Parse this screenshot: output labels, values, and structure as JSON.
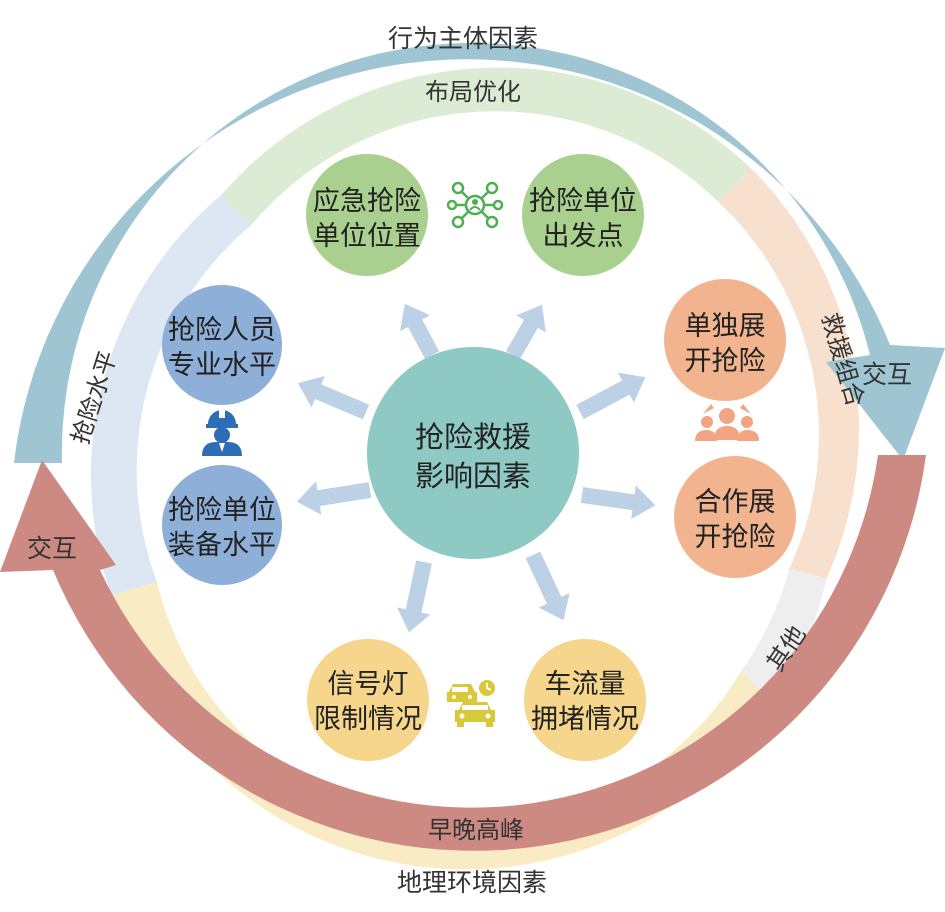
{
  "colors": {
    "outer_top_arc": "#9fc5d2",
    "outer_bottom_arc": "#cd8a83",
    "band_top": "#dcebd3",
    "band_left": "#dde7f3",
    "band_right": "#f8e0cf",
    "band_bottom": "#f9ecc5",
    "band_other": "#eeeeee",
    "center": "#8ec9c3",
    "green_nodes": "#a9d08e",
    "blue_nodes": "#8eafd7",
    "orange_nodes": "#f1b48e",
    "yellow_nodes": "#f5d68c",
    "arrows": "#bcd0e6"
  },
  "outer_ring": {
    "top_label": "行为主体因素",
    "bottom_label": "地理环境因素",
    "right_interact": "交互",
    "left_interact": "交互"
  },
  "inner_band": {
    "top": "布局优化",
    "left": "抢险水平",
    "right": "救援组合",
    "bottom": "早晚高峰",
    "other": "其他"
  },
  "center": {
    "line1": "抢险救援",
    "line2": "影响因素"
  },
  "nodes": {
    "location": {
      "line1": "应急抢险",
      "line2": "单位位置"
    },
    "departure": {
      "line1": "抢险单位",
      "line2": "出发点"
    },
    "personnel": {
      "line1": "抢险人员",
      "line2": "专业水平"
    },
    "equipment": {
      "line1": "抢险单位",
      "line2": "装备水平"
    },
    "single": {
      "line1": "单独展",
      "line2": "开抢险"
    },
    "joint": {
      "line1": "合作展",
      "line2": "开抢险"
    },
    "signal": {
      "line1": "信号灯",
      "line2": "限制情况"
    },
    "traffic": {
      "line1": "车流量",
      "line2": "拥堵情况"
    }
  },
  "icons": [
    "network-icon",
    "worker-icon",
    "team-icon",
    "traffic-icon"
  ]
}
